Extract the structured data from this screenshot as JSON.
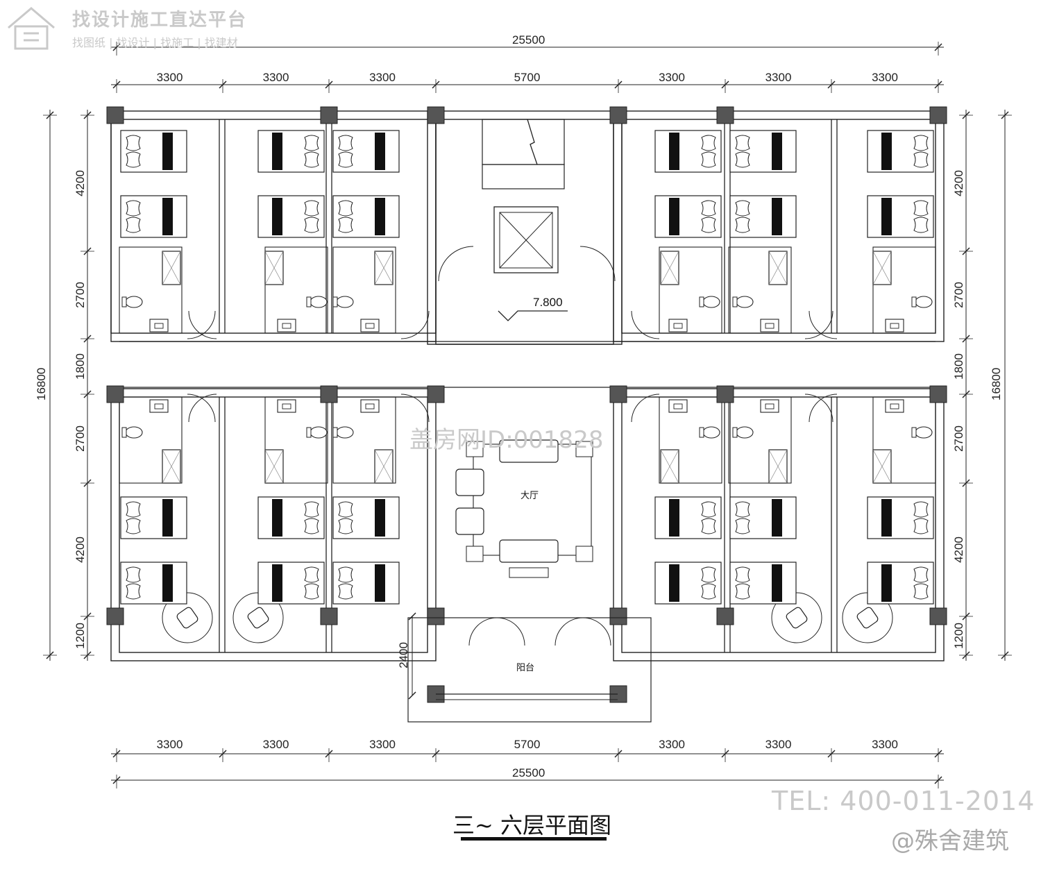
{
  "watermark": {
    "logo_title": "找设计施工直达平台",
    "logo_subtitle": "找图纸 | 找设计 | 找施工 | 找建材",
    "center_text": "盖房网ID:001828",
    "tel": "TEL: 400-011-2014",
    "brand": "@殊舍建筑"
  },
  "plan": {
    "title": "三~ 六层平面图",
    "level_mark": "7.800",
    "labels": {
      "hall": "大厅",
      "balcony": "阳台"
    }
  },
  "dimensions": {
    "top_total": "25500",
    "top_segments": [
      "3300",
      "3300",
      "3300",
      "5700",
      "3300",
      "3300",
      "3300"
    ],
    "bottom_segments": [
      "3300",
      "3300",
      "3300",
      "5700",
      "3300",
      "3300",
      "3300"
    ],
    "bottom_total": "25500",
    "left_total": "16800",
    "left_segments": [
      "4200",
      "2700",
      "1800",
      "2700",
      "4200",
      "1200"
    ],
    "right_total": "16800",
    "right_segments": [
      "4200",
      "2700",
      "1800",
      "2700",
      "4200",
      "1200"
    ],
    "balcony_depth": "2400"
  },
  "colors": {
    "line": "#222222",
    "column": "#555555",
    "watermark": "#c9c9c9"
  }
}
